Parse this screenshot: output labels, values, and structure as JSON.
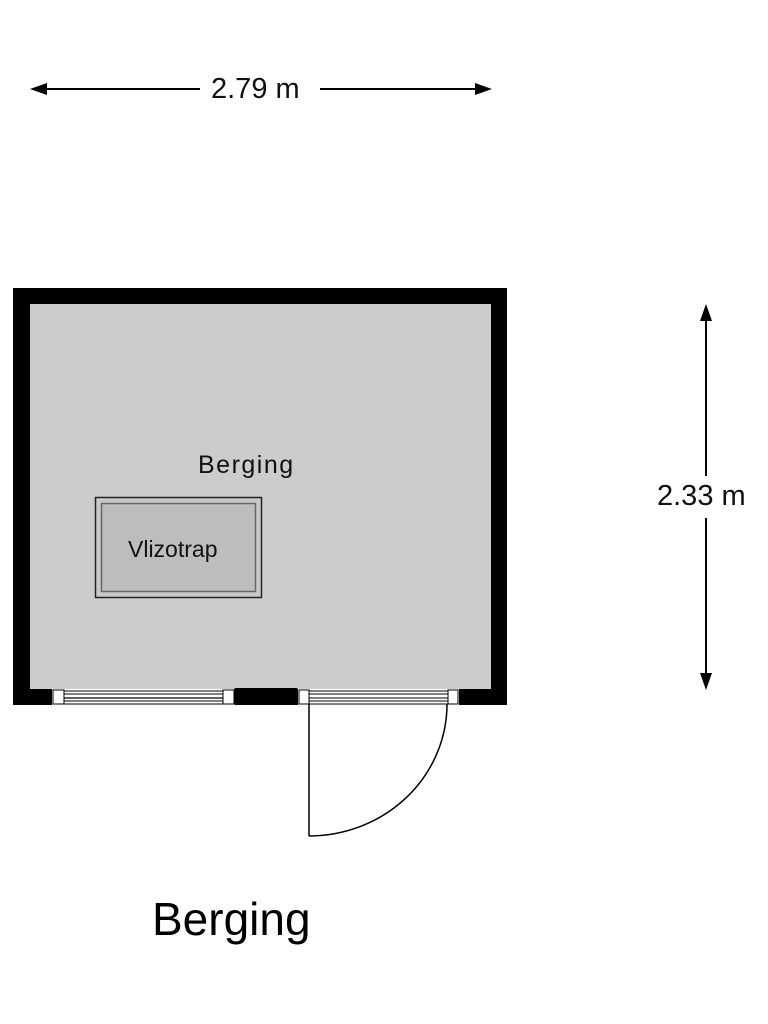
{
  "floorplan": {
    "title": "Berging",
    "room": {
      "name": "Berging",
      "fill": "#cccccc",
      "wall_color": "#000000"
    },
    "fixtures": [
      {
        "name": "Vlizotrap",
        "fill": "#bdbdbd"
      }
    ],
    "dimensions": {
      "width": {
        "label": "2.79 m",
        "orientation": "horizontal"
      },
      "depth": {
        "label": "2.33 m",
        "orientation": "vertical"
      }
    },
    "openings": [
      {
        "type": "window",
        "wall": "bottom"
      },
      {
        "type": "door",
        "wall": "bottom",
        "swing": "outward"
      }
    ]
  }
}
